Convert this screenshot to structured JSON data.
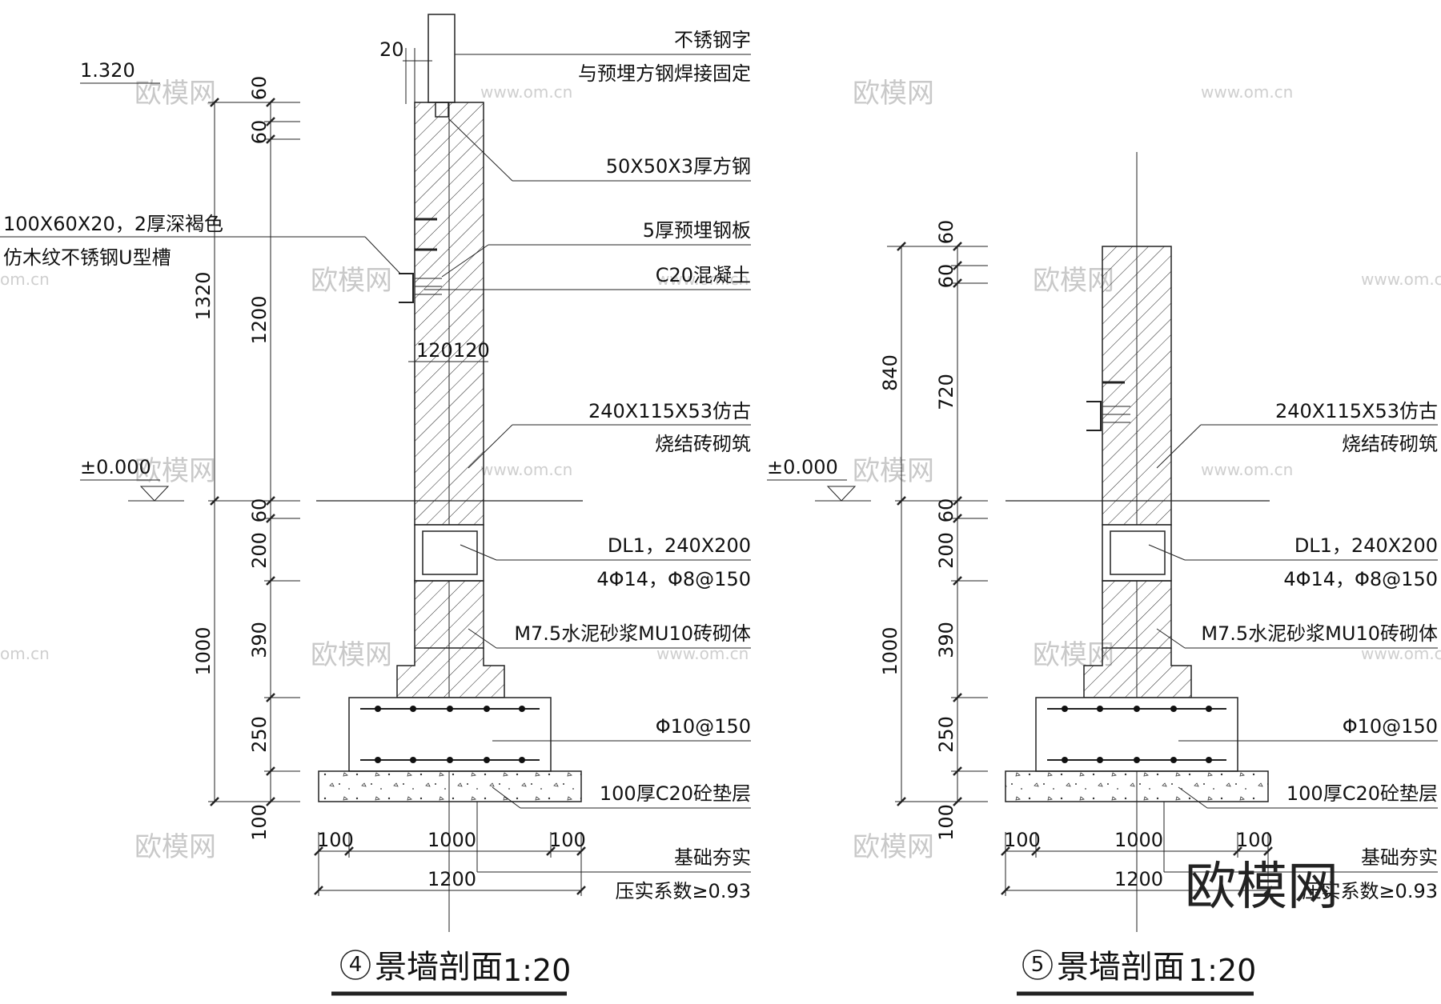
{
  "section4": {
    "elev_top": "1.320",
    "elev_ground": "±0.000",
    "dim_20": "20",
    "notes": {
      "stainless_letter": "不锈钢字",
      "weld": "与预埋方钢焊接固定",
      "square_steel": "50X50X3厚方钢",
      "channel_l1": "100X60X20，2厚深褐色",
      "channel_l2": "仿木纹不锈钢U型槽",
      "plate": "5厚预埋钢板",
      "concrete": "C20混凝土",
      "brick_l1": "240X115X53仿古",
      "brick_l2": "烧结砖砌筑",
      "beam_l1": "DL1，240X200",
      "beam_l2": "4Φ14，Φ8@150",
      "masonry": "M7.5水泥砂浆MU10砖砌体",
      "rebar": "Φ10@150",
      "cushion": "100厚C20砼垫层",
      "compact_l1": "基础夯实",
      "compact_l2": "压实系数≥0.93"
    },
    "dims_outer": [
      "1320",
      "1000"
    ],
    "dims_inner": [
      "60",
      "60",
      "1200",
      "60",
      "200",
      "390",
      "250",
      "100"
    ],
    "dim_wall": [
      "120",
      "120"
    ],
    "dims_bottom": [
      "100",
      "1000",
      "100"
    ],
    "dim_total": "1200",
    "title_num": "4",
    "title_text": "景墙剖面",
    "title_scale": "1:20"
  },
  "section5": {
    "elev_ground": "±0.000",
    "notes": {
      "brick_l1": "240X115X53仿古",
      "brick_l2": "烧结砖砌筑",
      "beam_l1": "DL1，240X200",
      "beam_l2": "4Φ14，Φ8@150",
      "masonry": "M7.5水泥砂浆MU10砖砌体",
      "rebar": "Φ10@150",
      "cushion": "100厚C20砼垫层",
      "compact_l1": "基础夯实",
      "compact_l2": "压实系数≥0.93"
    },
    "dims_outer": [
      "840",
      "1000"
    ],
    "dims_inner": [
      "60",
      "60",
      "720",
      "60",
      "200",
      "390",
      "250",
      "100"
    ],
    "dims_bottom": [
      "100",
      "1000",
      "100"
    ],
    "dim_total": "1200",
    "title_num": "5",
    "title_text": "景墙剖面",
    "title_scale": "1:20"
  },
  "watermark": {
    "brand": "欧模网",
    "url": "www.om.cn",
    "url_short": "om.cn"
  }
}
